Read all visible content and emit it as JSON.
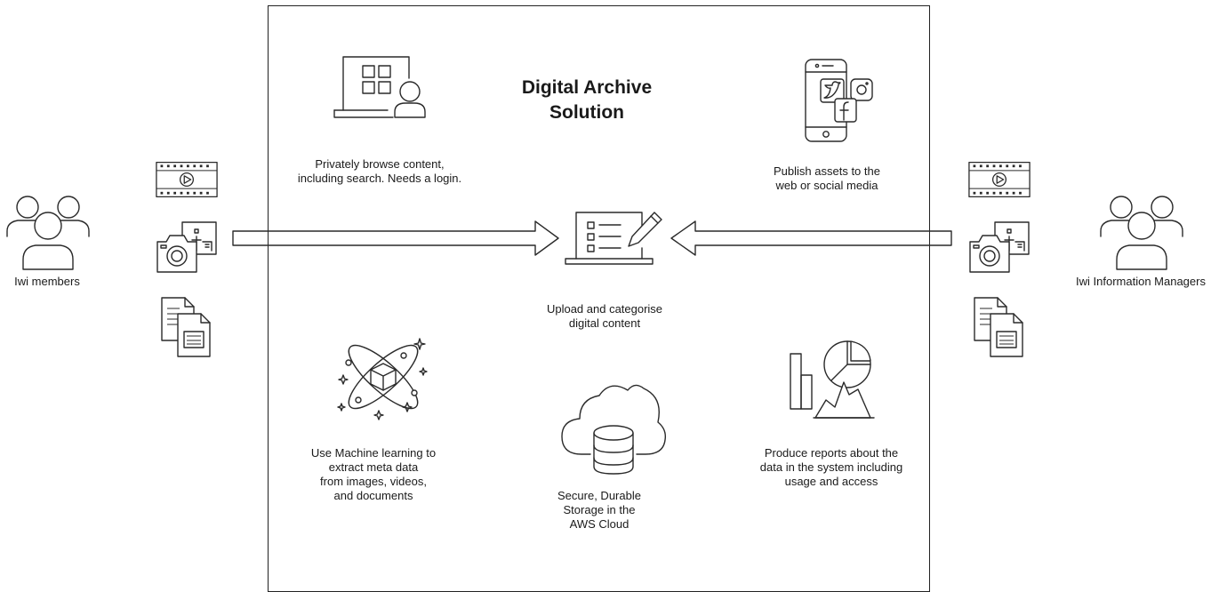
{
  "diagram": {
    "title": "Digital Archive\nSolution",
    "left_actor": {
      "label": "Iwi members"
    },
    "right_actor": {
      "label": "Iwi Information Managers"
    },
    "features": {
      "browse": "Privately browse content,\nincluding search. Needs a login.",
      "publish": "Publish assets to the\nweb or social media",
      "upload": "Upload and categorise\ndigital content",
      "ml": "Use Machine learning to\nextract meta data\nfrom images, videos,\nand documents",
      "storage": "Secure, Durable\nStorage in the\nAWS Cloud",
      "reports": "Produce reports about the\ndata in the system including\nusage and access"
    },
    "icons": {
      "left_users": "users-group-icon",
      "right_users": "users-group-icon",
      "video": "video-film-icon",
      "camera": "camera-photos-icon",
      "documents": "documents-icon",
      "browse": "laptop-gallery-user-icon",
      "publish": "mobile-social-media-icon",
      "upload": "laptop-checklist-pencil-icon",
      "ml": "machine-learning-atom-icon",
      "storage": "cloud-database-icon",
      "reports": "analytics-charts-icon",
      "arrows": "right-arrow-icon"
    }
  }
}
